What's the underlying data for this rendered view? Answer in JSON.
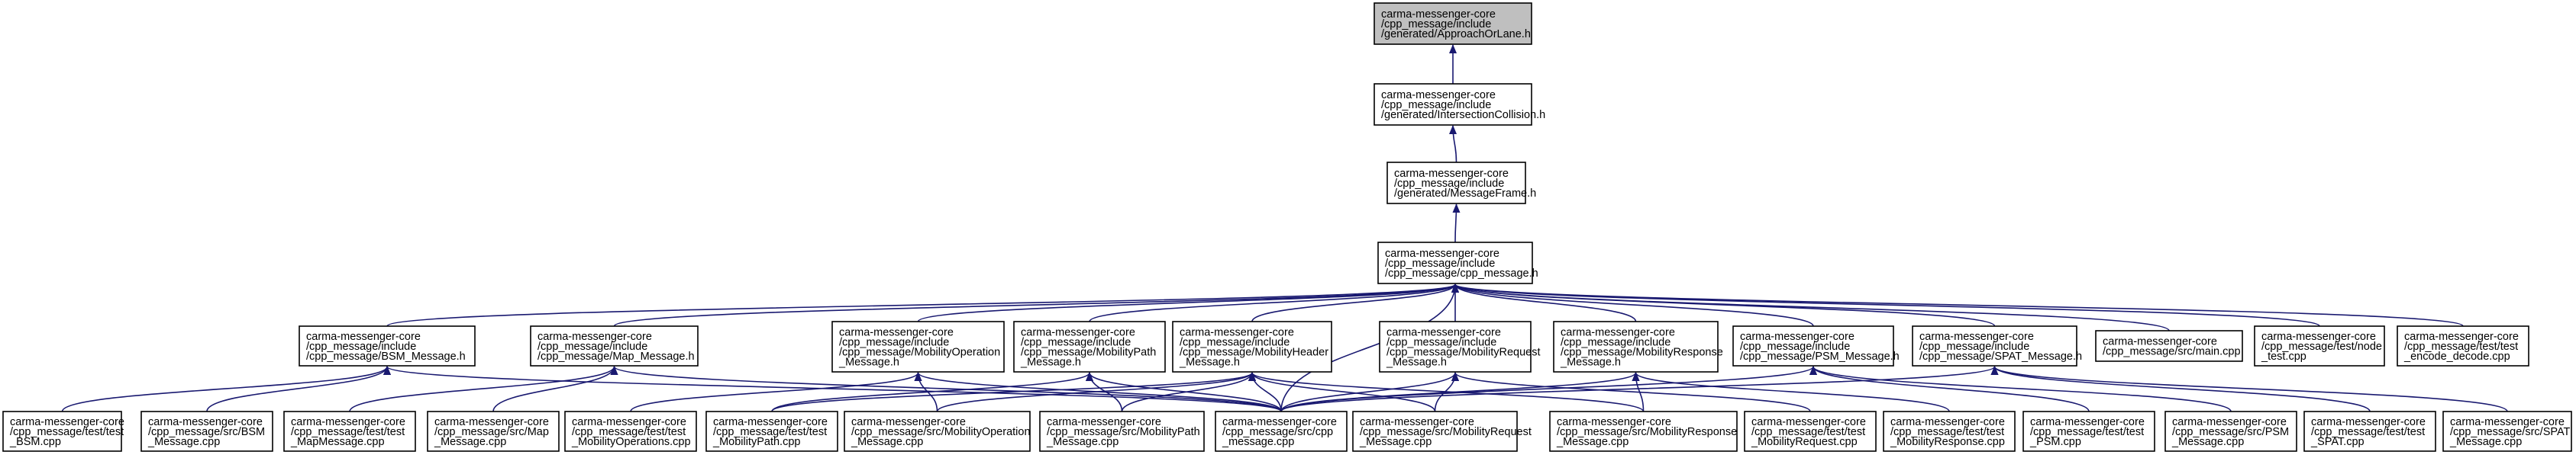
{
  "graph": {
    "edge_color": "#191970",
    "root_fill": "#bfbfbf",
    "nodes": [
      {
        "id": "approach",
        "lines": [
          "carma-messenger-core",
          "/cpp_message/include",
          "/generated/ApproachOrLane.h"
        ],
        "root": true
      },
      {
        "id": "intersection",
        "lines": [
          "carma-messenger-core",
          "/cpp_message/include",
          "/generated/IntersectionCollision.h"
        ]
      },
      {
        "id": "messageframe",
        "lines": [
          "carma-messenger-core",
          "/cpp_message/include",
          "/generated/MessageFrame.h"
        ]
      },
      {
        "id": "cppmessage",
        "lines": [
          "carma-messenger-core",
          "/cpp_message/include",
          "/cpp_message/cpp_message.h"
        ]
      },
      {
        "id": "bsm_h",
        "lines": [
          "carma-messenger-core",
          "/cpp_message/include",
          "/cpp_message/BSM_Message.h"
        ]
      },
      {
        "id": "map_h",
        "lines": [
          "carma-messenger-core",
          "/cpp_message/include",
          "/cpp_message/Map_Message.h"
        ]
      },
      {
        "id": "mobop_h",
        "lines": [
          "carma-messenger-core",
          "/cpp_message/include",
          "/cpp_message/MobilityOperation",
          "_Message.h"
        ]
      },
      {
        "id": "mobpath_h",
        "lines": [
          "carma-messenger-core",
          "/cpp_message/include",
          "/cpp_message/MobilityPath",
          "_Message.h"
        ]
      },
      {
        "id": "mobheader_h",
        "lines": [
          "carma-messenger-core",
          "/cpp_message/include",
          "/cpp_message/MobilityHeader",
          "_Message.h"
        ]
      },
      {
        "id": "mobreq_h",
        "lines": [
          "carma-messenger-core",
          "/cpp_message/include",
          "/cpp_message/MobilityRequest",
          "_Message.h"
        ]
      },
      {
        "id": "mobresp_h",
        "lines": [
          "carma-messenger-core",
          "/cpp_message/include",
          "/cpp_message/MobilityResponse",
          "_Message.h"
        ]
      },
      {
        "id": "psm_h",
        "lines": [
          "carma-messenger-core",
          "/cpp_message/include",
          "/cpp_message/PSM_Message.h"
        ]
      },
      {
        "id": "spat_h",
        "lines": [
          "carma-messenger-core",
          "/cpp_message/include",
          "/cpp_message/SPAT_Message.h"
        ]
      },
      {
        "id": "main_cpp",
        "lines": [
          "carma-messenger-core",
          "/cpp_message/src/main.cpp"
        ]
      },
      {
        "id": "node_test",
        "lines": [
          "carma-messenger-core",
          "/cpp_message/test/node",
          "_test.cpp"
        ]
      },
      {
        "id": "encode_decode",
        "lines": [
          "carma-messenger-core",
          "/cpp_message/test/test",
          "_encode_decode.cpp"
        ]
      },
      {
        "id": "t_bsm",
        "lines": [
          "carma-messenger-core",
          "/cpp_message/test/test",
          "_BSM.cpp"
        ]
      },
      {
        "id": "s_bsm",
        "lines": [
          "carma-messenger-core",
          "/cpp_message/src/BSM",
          "_Message.cpp"
        ]
      },
      {
        "id": "t_map",
        "lines": [
          "carma-messenger-core",
          "/cpp_message/test/test",
          "_MapMessage.cpp"
        ]
      },
      {
        "id": "s_map",
        "lines": [
          "carma-messenger-core",
          "/cpp_message/src/Map",
          "_Message.cpp"
        ]
      },
      {
        "id": "t_mobop",
        "lines": [
          "carma-messenger-core",
          "/cpp_message/test/test",
          "_MobilityOperations.cpp"
        ]
      },
      {
        "id": "t_mobpath",
        "lines": [
          "carma-messenger-core",
          "/cpp_message/test/test",
          "_MobilityPath.cpp"
        ]
      },
      {
        "id": "s_mobop",
        "lines": [
          "carma-messenger-core",
          "/cpp_message/src/MobilityOperation",
          "_Message.cpp"
        ]
      },
      {
        "id": "s_mobpath",
        "lines": [
          "carma-messenger-core",
          "/cpp_message/src/MobilityPath",
          "_Message.cpp"
        ]
      },
      {
        "id": "s_cpp",
        "lines": [
          "carma-messenger-core",
          "/cpp_message/src/cpp",
          "_message.cpp"
        ]
      },
      {
        "id": "s_mobreq",
        "lines": [
          "carma-messenger-core",
          "/cpp_message/src/MobilityRequest",
          "_Message.cpp"
        ]
      },
      {
        "id": "s_mobresp",
        "lines": [
          "carma-messenger-core",
          "/cpp_message/src/MobilityResponse",
          "_Message.cpp"
        ]
      },
      {
        "id": "t_mobreq",
        "lines": [
          "carma-messenger-core",
          "/cpp_message/test/test",
          "_MobilityRequest.cpp"
        ]
      },
      {
        "id": "t_mobresp",
        "lines": [
          "carma-messenger-core",
          "/cpp_message/test/test",
          "_MobilityResponse.cpp"
        ]
      },
      {
        "id": "t_psm",
        "lines": [
          "carma-messenger-core",
          "/cpp_message/test/test",
          "_PSM.cpp"
        ]
      },
      {
        "id": "s_psm",
        "lines": [
          "carma-messenger-core",
          "/cpp_message/src/PSM",
          "_Message.cpp"
        ]
      },
      {
        "id": "t_spat",
        "lines": [
          "carma-messenger-core",
          "/cpp_message/test/test",
          "_SPAT.cpp"
        ]
      },
      {
        "id": "s_spat",
        "lines": [
          "carma-messenger-core",
          "/cpp_message/src/SPAT",
          "_Message.cpp"
        ]
      }
    ],
    "edges": [
      [
        "intersection",
        "approach"
      ],
      [
        "messageframe",
        "intersection"
      ],
      [
        "cppmessage",
        "messageframe"
      ],
      [
        "bsm_h",
        "cppmessage"
      ],
      [
        "map_h",
        "cppmessage"
      ],
      [
        "mobop_h",
        "cppmessage"
      ],
      [
        "mobpath_h",
        "cppmessage"
      ],
      [
        "mobheader_h",
        "cppmessage"
      ],
      [
        "mobreq_h",
        "cppmessage"
      ],
      [
        "mobresp_h",
        "cppmessage"
      ],
      [
        "psm_h",
        "cppmessage"
      ],
      [
        "spat_h",
        "cppmessage"
      ],
      [
        "main_cpp",
        "cppmessage"
      ],
      [
        "node_test",
        "cppmessage"
      ],
      [
        "encode_decode",
        "cppmessage"
      ],
      [
        "s_cpp",
        "cppmessage"
      ],
      [
        "t_bsm",
        "bsm_h"
      ],
      [
        "s_bsm",
        "bsm_h"
      ],
      [
        "s_cpp",
        "bsm_h"
      ],
      [
        "t_map",
        "map_h"
      ],
      [
        "s_map",
        "map_h"
      ],
      [
        "s_cpp",
        "map_h"
      ],
      [
        "t_mobop",
        "mobop_h"
      ],
      [
        "s_mobop",
        "mobop_h"
      ],
      [
        "s_cpp",
        "mobop_h"
      ],
      [
        "t_mobpath",
        "mobpath_h"
      ],
      [
        "s_mobpath",
        "mobpath_h"
      ],
      [
        "s_cpp",
        "mobpath_h"
      ],
      [
        "s_mobop",
        "mobheader_h"
      ],
      [
        "s_mobpath",
        "mobheader_h"
      ],
      [
        "s_cpp",
        "mobheader_h"
      ],
      [
        "s_mobreq",
        "mobheader_h"
      ],
      [
        "s_mobresp",
        "mobheader_h"
      ],
      [
        "t_mobpath",
        "mobheader_h"
      ],
      [
        "t_mobreq",
        "mobreq_h"
      ],
      [
        "s_mobreq",
        "mobreq_h"
      ],
      [
        "s_cpp",
        "mobreq_h"
      ],
      [
        "t_mobresp",
        "mobresp_h"
      ],
      [
        "s_mobresp",
        "mobresp_h"
      ],
      [
        "s_cpp",
        "mobresp_h"
      ],
      [
        "t_psm",
        "psm_h"
      ],
      [
        "s_psm",
        "psm_h"
      ],
      [
        "s_cpp",
        "psm_h"
      ],
      [
        "t_spat",
        "spat_h"
      ],
      [
        "s_spat",
        "spat_h"
      ],
      [
        "s_cpp",
        "spat_h"
      ]
    ]
  }
}
